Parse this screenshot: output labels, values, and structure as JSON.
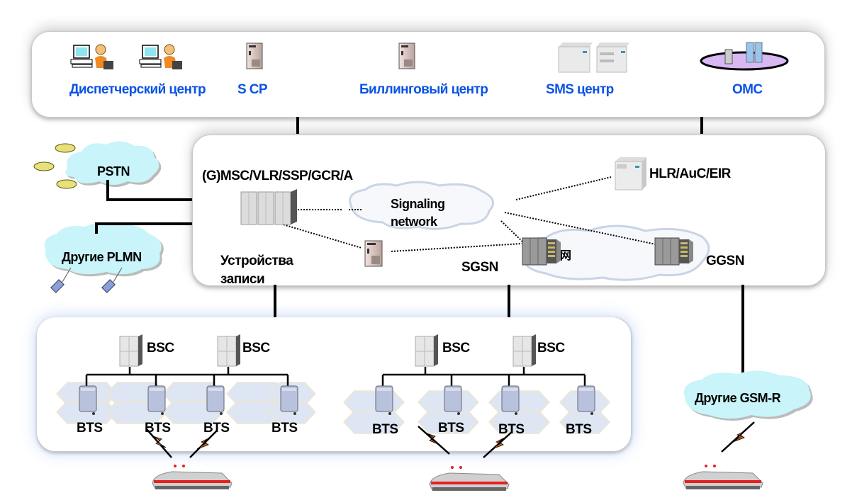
{
  "top_panel": {
    "items": [
      {
        "label": "Диспетчерский центр",
        "icon": "operator-workstation-icon"
      },
      {
        "label": "S CP",
        "icon": "server-tower-icon"
      },
      {
        "label": "Биллинговый центр",
        "icon": "server-tower-icon"
      },
      {
        "label": "SMS центр",
        "icon": "server-cabinet-icon"
      },
      {
        "label": "OMC",
        "icon": "network-ring-icon"
      }
    ],
    "label_color": "#0a52e6"
  },
  "core_panel": {
    "msc_label": "(G)MSC/VLR/SSP/GCR/A",
    "signaling_label_1": "Signaling",
    "signaling_label_2": "network",
    "hlr_label": "HLR/AuC/EIR",
    "recorder_label_1": "Устройства",
    "recorder_label_2": "записи",
    "sgsn_label": "SGSN",
    "sgsn_tag": "网",
    "ggsn_label": "GGSN"
  },
  "external": {
    "pstn_label": "PSTN",
    "plmn_label": "Другие PLMN",
    "gsmr_label": "Другие GSM-R",
    "cloud_color": "#c8f4fa"
  },
  "bss_panel": {
    "groups": [
      {
        "bsc": [
          "BSC",
          "BSC"
        ],
        "bts": [
          "BTS",
          "BTS",
          "BTS",
          "BTS"
        ]
      },
      {
        "bsc": [
          "BSC",
          "BSC"
        ],
        "bts": [
          "BTS",
          "BTS",
          "BTS",
          "BTS"
        ]
      }
    ]
  },
  "trains": {
    "count": 3
  }
}
